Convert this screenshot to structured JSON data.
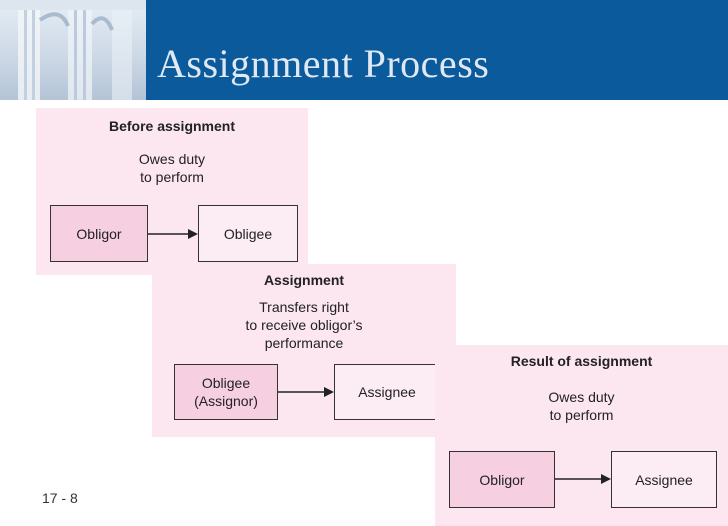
{
  "title": "Assignment Process",
  "slide_number": "17 - 8",
  "panels": [
    {
      "heading": "Before assignment",
      "description": "Owes duty\nto perform",
      "left_box": "Obligor",
      "right_box": "Obligee"
    },
    {
      "heading": "Assignment",
      "description": "Transfers right\nto receive obligor’s\nperformance",
      "left_box": "Obligee\n(Assignor)",
      "right_box": "Assignee"
    },
    {
      "heading": "Result of assignment",
      "description": "Owes duty\nto perform",
      "left_box": "Obligor",
      "right_box": "Assignee"
    }
  ],
  "colors": {
    "header": "#0a5a9c",
    "panel": "#fce6ef",
    "box_fill": "#f6cfe0"
  }
}
